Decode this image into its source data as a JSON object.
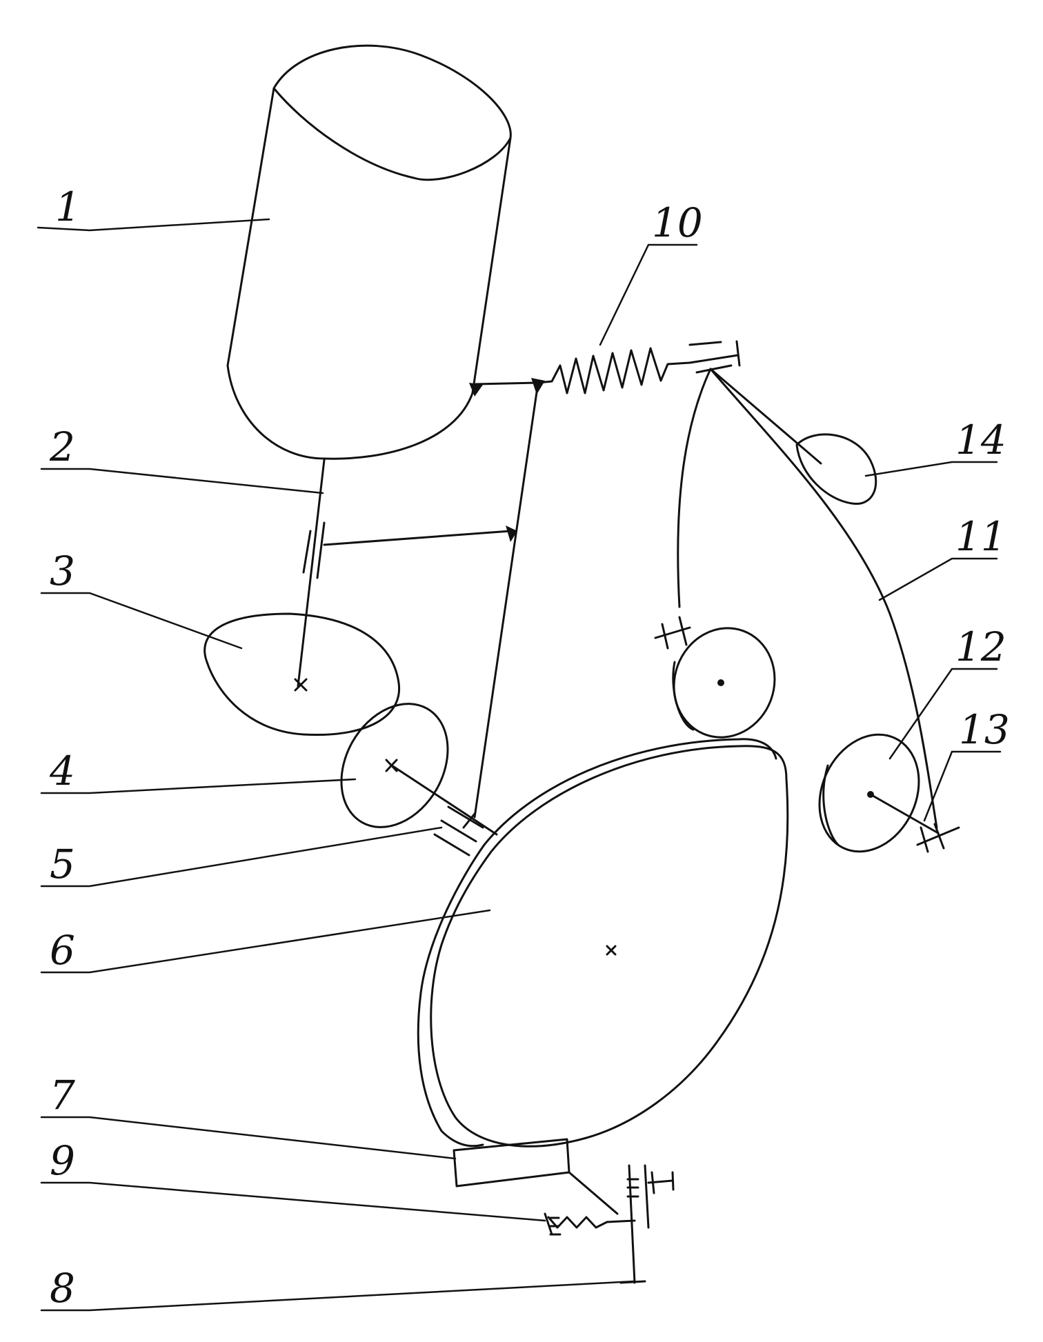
{
  "diagram": {
    "labels": {
      "l1": "1",
      "l2": "2",
      "l3": "3",
      "l4": "4",
      "l5": "5",
      "l6": "6",
      "l7": "7",
      "l8": "8",
      "l9": "9",
      "l10": "10",
      "l11": "11",
      "l12": "12",
      "l13": "13",
      "l14": "14"
    },
    "line_color": "#111111",
    "background": "#ffffff"
  }
}
